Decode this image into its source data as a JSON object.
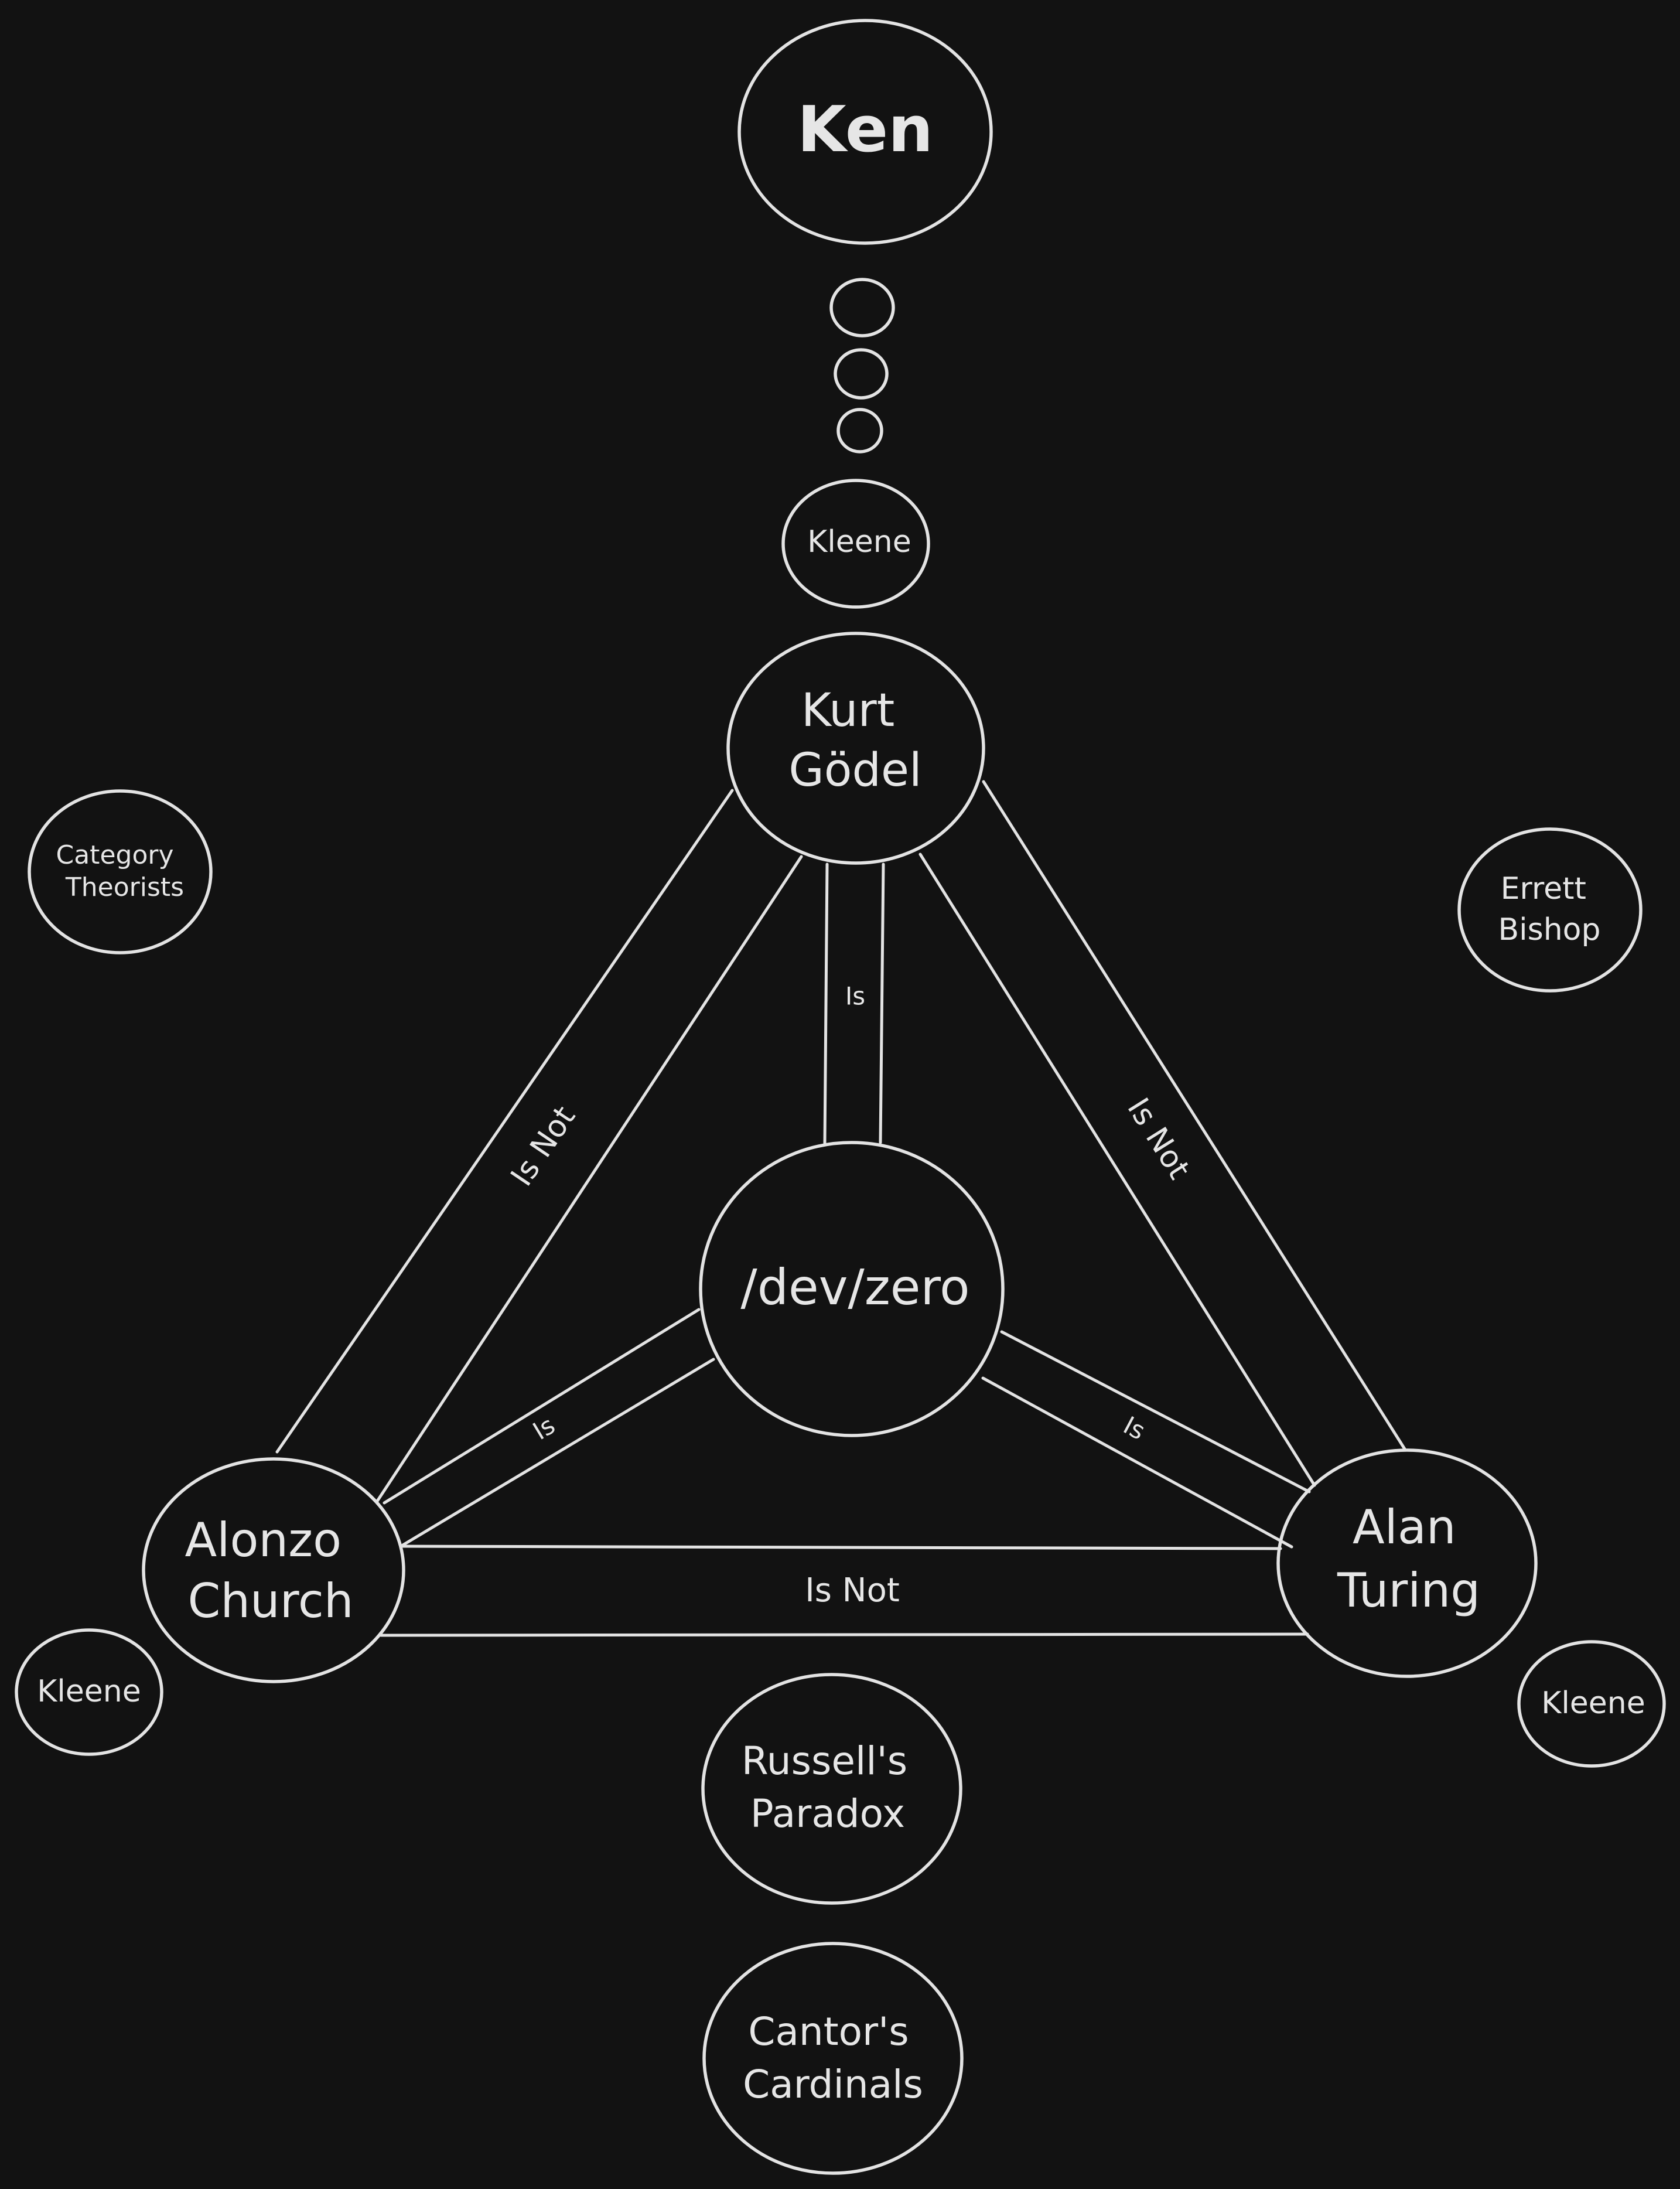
{
  "diagram": {
    "background": "#121212",
    "stroke_color": "#e3e3e3",
    "nodes": {
      "ken": {
        "lines": [
          "Ken"
        ]
      },
      "kleene_top": {
        "lines": [
          "Kleene"
        ]
      },
      "godel": {
        "lines": [
          "Kurt",
          "Gödel"
        ]
      },
      "category_theorists": {
        "lines": [
          "Category",
          "Theorists"
        ]
      },
      "errett_bishop": {
        "lines": [
          "Errett",
          "Bishop"
        ]
      },
      "dev_zero": {
        "lines": [
          "/dev/zero"
        ]
      },
      "alonzo_church": {
        "lines": [
          "Alonzo",
          "Church"
        ]
      },
      "alan_turing": {
        "lines": [
          "Alan",
          "Turing"
        ]
      },
      "kleene_left": {
        "lines": [
          "Kleene"
        ]
      },
      "kleene_right": {
        "lines": [
          "Kleene"
        ]
      },
      "russells_paradox": {
        "lines": [
          "Russell's",
          "Paradox"
        ]
      },
      "cantors_cardinals": {
        "lines": [
          "Cantor's",
          "Cardinals"
        ]
      }
    },
    "edges": {
      "godel_church": {
        "label": "Is Not"
      },
      "godel_turing": {
        "label": "Is Not"
      },
      "church_turing": {
        "label": "Is Not"
      },
      "godel_zero": {
        "label": "Is"
      },
      "church_zero": {
        "label": "Is"
      },
      "turing_zero": {
        "label": "Is"
      }
    }
  }
}
